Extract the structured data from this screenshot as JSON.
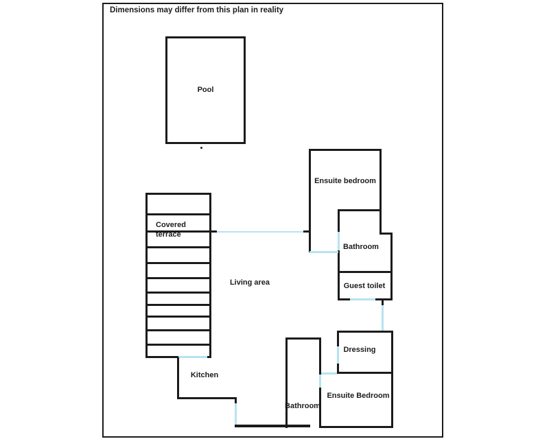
{
  "title": "Dimensions may differ from this plan in reality",
  "colors": {
    "wall": "#1b1b1b",
    "door": "#b5e3f0",
    "ink": "#1c1c1c",
    "background": "#ffffff"
  },
  "rooms": {
    "pool": "Pool",
    "covered_terrace_line1": "Covered",
    "covered_terrace_line2": "terrace",
    "living_area": "Living area",
    "kitchen": "Kitchen",
    "ensuite_bedroom_top": "Ensuite bedroom",
    "bathroom_top": "Bathroom",
    "guest_toilet": "Guest toilet",
    "dressing": "Dressing",
    "ensuite_bedroom_bottom": "Ensuite Bedroom",
    "bathroom_bottom": "Bathroom"
  }
}
